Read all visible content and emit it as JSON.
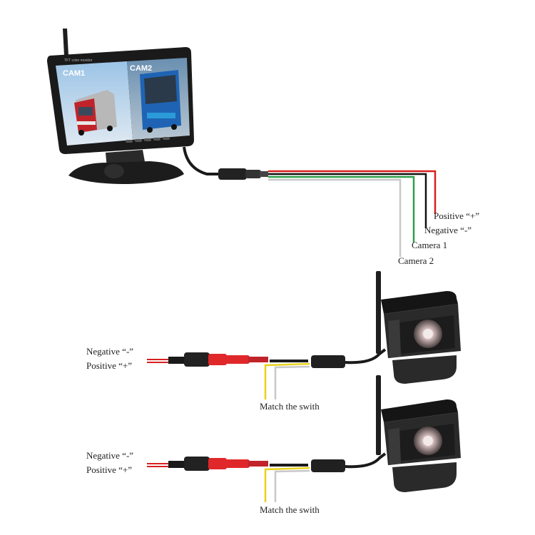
{
  "monitor": {
    "brand_text": "TFT color monitor",
    "cam1_label": "CAM1",
    "cam2_label": "CAM2",
    "icon": "tft-monitor-icon"
  },
  "monitor_wires": {
    "positive": "Positive “+”",
    "negative": "Negative “-”",
    "camera1": "Camera 1",
    "camera2": "Camera 2"
  },
  "cameras": [
    {
      "negative": "Negative “-”",
      "positive": "Positive “+”",
      "match": "Match the swith",
      "icon": "wireless-camera-icon"
    },
    {
      "negative": "Negative “-”",
      "positive": "Positive “+”",
      "match": "Match the swith",
      "icon": "wireless-camera-icon"
    }
  ],
  "colors": {
    "red_wire": "#d62020",
    "black_wire": "#111111",
    "green_wire": "#2fa04a",
    "white_wire": "#c8c8c8",
    "yellow_wire": "#e8d21a",
    "connector_red": "#e0282a"
  }
}
